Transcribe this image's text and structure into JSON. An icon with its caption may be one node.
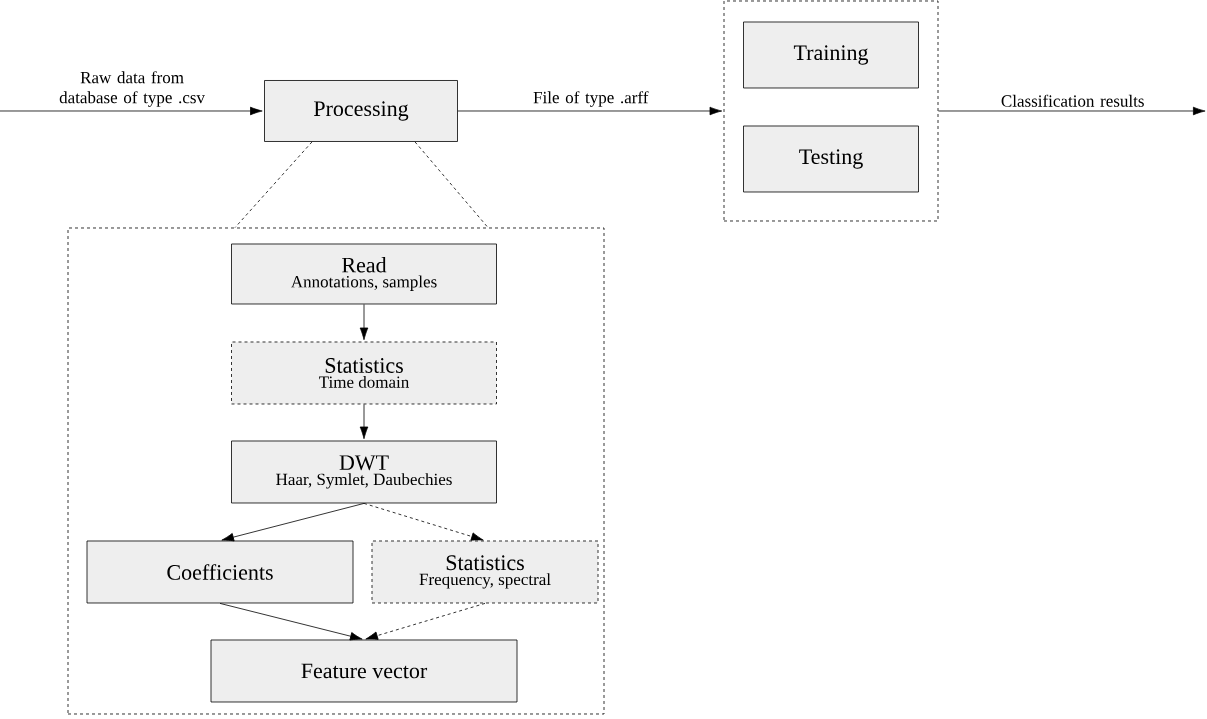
{
  "diagram": {
    "nodes": [
      {
        "text": [
          "Processing"
        ]
      },
      {
        "text": [],
        "shape": "box"
      },
      {
        "text": [
          "Read",
          "Annotations, samples"
        ],
        "in": 1
      },
      {
        "text": [
          "Statistics",
          "Time domain"
        ],
        "in": 1
      },
      {
        "text": [
          "DWT",
          "Haar, Symlet, Daubechies"
        ],
        "in": 1
      },
      {
        "text": [
          "Coefficients"
        ],
        "in": 1
      },
      {
        "text": [
          "Statistics",
          "Frequency, spectral"
        ],
        "in": 1
      },
      {
        "text": [
          "Feature vector"
        ],
        "in": 1
      },
      {
        "text": [],
        "shape": "box"
      },
      {
        "text": [
          "Training"
        ],
        "in": 8
      },
      {
        "text": [
          "Testing"
        ],
        "in": 8
      }
    ],
    "edges": [
      {
        "from": null,
        "to": 0,
        "arrow": "to",
        "label": "Raw data from database of type .csv"
      },
      {
        "from": 0,
        "to": 8,
        "arrow": "to",
        "label": "File of type .arff"
      },
      {
        "from": 8,
        "to": null,
        "arrow": "to",
        "label": "Classification results"
      },
      {
        "from": 0,
        "to": 1,
        "arrow": "none",
        "style": "dashed"
      },
      {
        "from": 0,
        "to": 1,
        "arrow": "none",
        "style": "dashed"
      },
      {
        "from": 2,
        "to": 3,
        "arrow": "to"
      },
      {
        "from": 3,
        "to": 4,
        "arrow": "to"
      },
      {
        "from": 4,
        "to": 5,
        "arrow": "to"
      },
      {
        "from": 4,
        "to": 6,
        "arrow": "to",
        "style": "dashed"
      },
      {
        "from": 5,
        "to": 7,
        "arrow": "to"
      },
      {
        "from": 6,
        "to": 7,
        "arrow": "to",
        "style": "dashed"
      }
    ]
  }
}
